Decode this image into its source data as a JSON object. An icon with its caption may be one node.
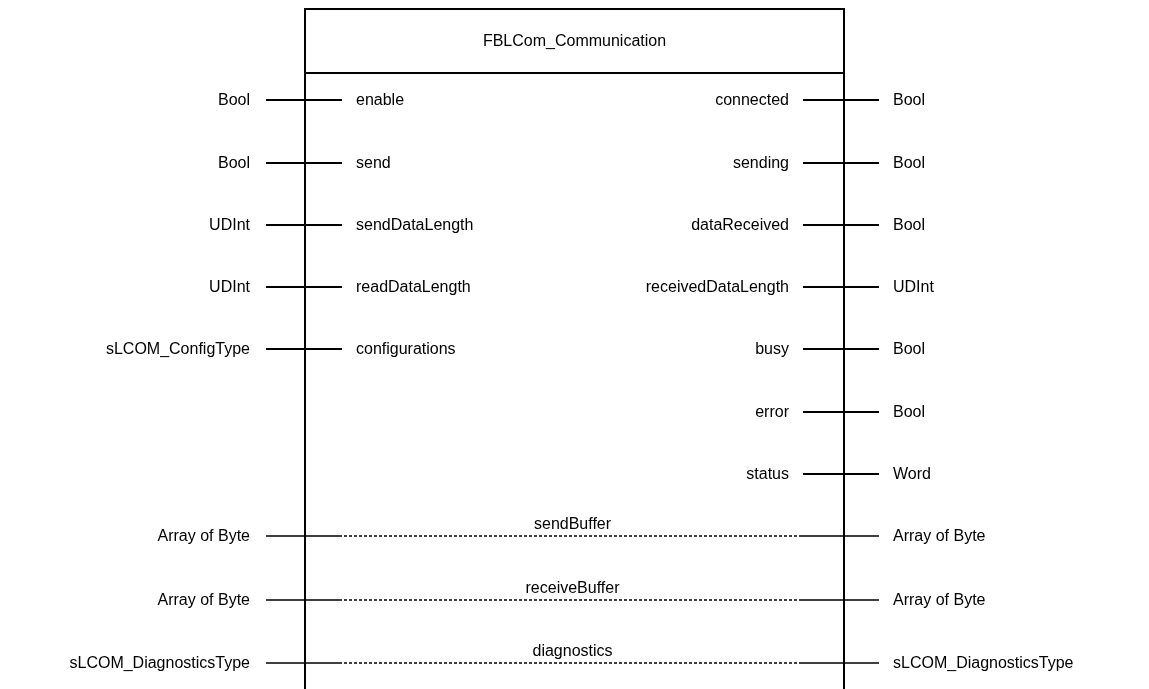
{
  "diagram": {
    "nodes": [
      {
        "text": [
          "FBLCom_Communication"
        ]
      },
      {
        "text": [
          "Bool"
        ]
      },
      {
        "text": [
          "enable"
        ],
        "in": 0
      },
      {
        "text": [
          "connected"
        ],
        "in": 0
      },
      {
        "text": [
          "Bool"
        ]
      },
      {
        "text": [
          "Bool"
        ]
      },
      {
        "text": [
          "send"
        ],
        "in": 0
      },
      {
        "text": [
          "sending"
        ],
        "in": 0
      },
      {
        "text": [
          "Bool"
        ]
      },
      {
        "text": [
          "UDInt"
        ]
      },
      {
        "text": [
          "sendDataLength"
        ],
        "in": 0
      },
      {
        "text": [
          "dataReceived"
        ],
        "in": 0
      },
      {
        "text": [
          "Bool"
        ]
      },
      {
        "text": [
          "UDInt"
        ]
      },
      {
        "text": [
          "readDataLength"
        ],
        "in": 0
      },
      {
        "text": [
          "receivedDataLength"
        ],
        "in": 0
      },
      {
        "text": [
          "UDInt"
        ]
      },
      {
        "text": [
          "sLCOM_ConfigType"
        ]
      },
      {
        "text": [
          "configurations"
        ],
        "in": 0
      },
      {
        "text": [
          "busy"
        ],
        "in": 0
      },
      {
        "text": [
          "Bool"
        ]
      },
      {
        "text": [
          "error"
        ],
        "in": 0
      },
      {
        "text": [
          "Bool"
        ]
      },
      {
        "text": [
          "status"
        ],
        "in": 0
      },
      {
        "text": [
          "Word"
        ]
      },
      {
        "text": [
          "Array of Byte"
        ]
      },
      {
        "text": [
          "Array of Byte"
        ]
      },
      {
        "text": [
          "Array of Byte"
        ]
      },
      {
        "text": [
          "Array of Byte"
        ]
      },
      {
        "text": [
          "sLCOM_DiagnosticsType"
        ]
      },
      {
        "text": [
          "sLCOM_DiagnosticsType"
        ]
      }
    ],
    "edges": [
      {
        "from": 1,
        "to": 2,
        "arrow": "none"
      },
      {
        "from": 3,
        "to": 4,
        "arrow": "none"
      },
      {
        "from": 5,
        "to": 6,
        "arrow": "none"
      },
      {
        "from": 7,
        "to": 8,
        "arrow": "none"
      },
      {
        "from": 9,
        "to": 10,
        "arrow": "none"
      },
      {
        "from": 11,
        "to": 12,
        "arrow": "none"
      },
      {
        "from": 13,
        "to": 14,
        "arrow": "none"
      },
      {
        "from": 15,
        "to": 16,
        "arrow": "none"
      },
      {
        "from": 17,
        "to": 18,
        "arrow": "none"
      },
      {
        "from": 19,
        "to": 20,
        "arrow": "none"
      },
      {
        "from": 21,
        "to": 22,
        "arrow": "none"
      },
      {
        "from": 23,
        "to": 24,
        "arrow": "none"
      },
      {
        "from": 25,
        "to": 26,
        "arrow": "none",
        "label": "sendBuffer",
        "style": "dashed"
      },
      {
        "from": 27,
        "to": 28,
        "arrow": "none",
        "label": "receiveBuffer",
        "style": "dashed"
      },
      {
        "from": 29,
        "to": 30,
        "arrow": "none",
        "label": "diagnostics",
        "style": "dashed"
      }
    ]
  }
}
